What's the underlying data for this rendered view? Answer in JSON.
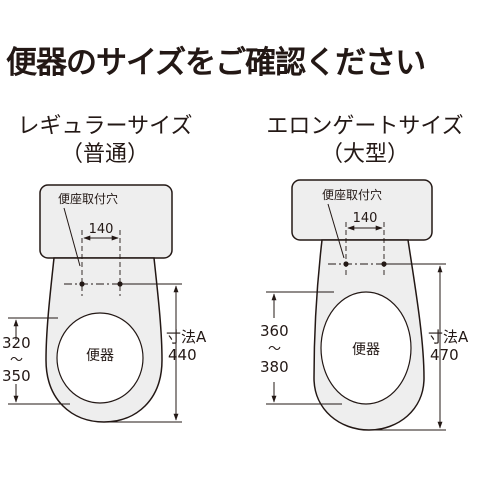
{
  "title": "便器のサイズをご確認ください",
  "regular": {
    "heading": "レギュラーサイズ",
    "subheading": "（普通）",
    "hole_label": "便座取付穴",
    "hole_pitch": "140",
    "bowl_label": "便器",
    "range_top": "320",
    "range_sep": "～",
    "range_bottom": "350",
    "dim_label": "寸法A",
    "dim_value": "440"
  },
  "elongated": {
    "heading": "エロンゲートサイズ",
    "subheading": "（大型）",
    "hole_label": "便座取付穴",
    "hole_pitch": "140",
    "bowl_label": "便器",
    "range_top": "360",
    "range_sep": "～",
    "range_bottom": "380",
    "dim_label": "寸法A",
    "dim_value": "470"
  }
}
